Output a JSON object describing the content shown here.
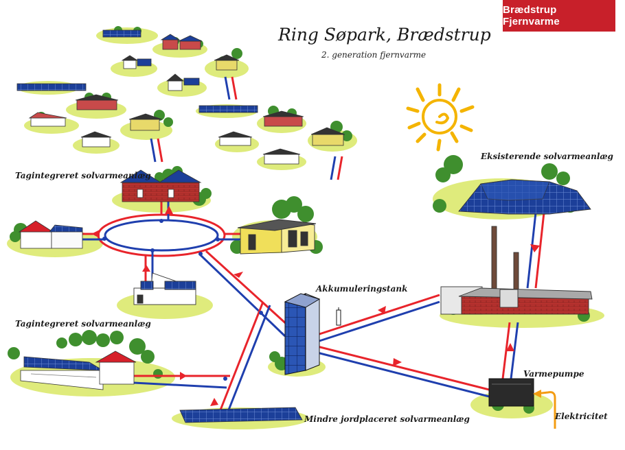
{
  "header": {
    "brand": "Brædstrup Fjernvarme",
    "title": "Ring Søpark, Brædstrup",
    "subtitle": "2. generation fjernvarme"
  },
  "labels": {
    "roof_solar_top": "Tagintegreret solvarmeanlæg",
    "roof_solar_left": "Tagintegreret solvarmeanlæg",
    "storage_tank": "Akkumuleringstank",
    "existing_solar": "Eksisterende solvarmeanlæg",
    "heat_pump": "Varmepumpe",
    "electricity": "Elektricitet",
    "ground_solar": "Mindre jordplaceret solvarmeanlæg"
  },
  "colors": {
    "supply": "#e8242b",
    "return": "#1f3fae",
    "grass": "#d7e86a",
    "tree": "#3f8f2e",
    "roof_red": "#d6202a",
    "panel": "#1c3f99",
    "sun": "#f4b400",
    "brand": "#c8202a",
    "electric": "#f39c12"
  }
}
